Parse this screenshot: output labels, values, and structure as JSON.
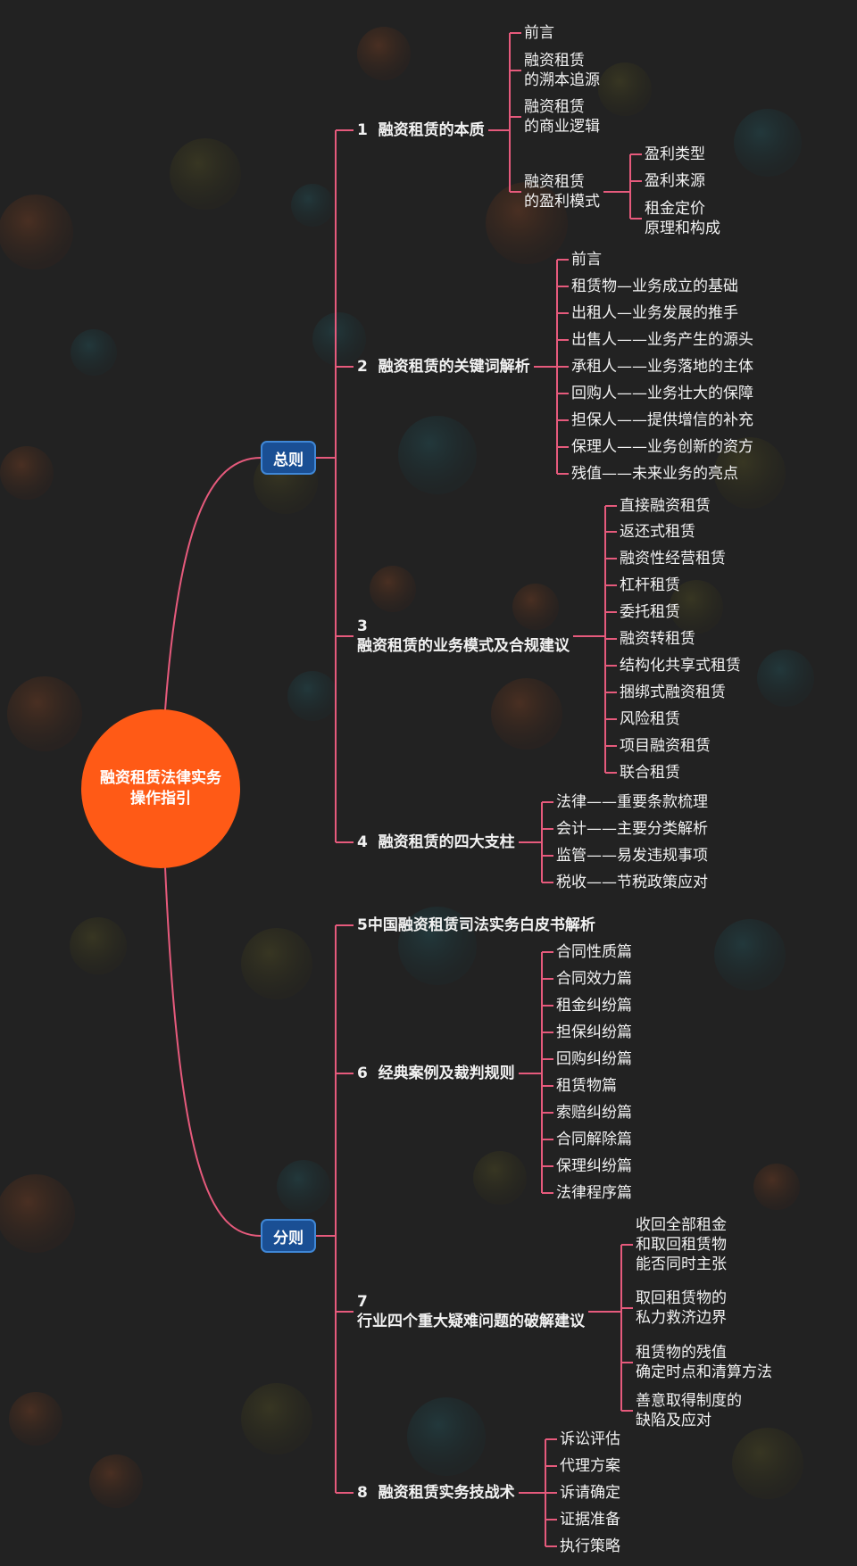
{
  "root": {
    "title": "融资租赁法律实务\n操作指引"
  },
  "colors": {
    "background": "#222222",
    "root": "#ff5a16",
    "section_fill": "#1a4f94",
    "section_border": "#3f87d6",
    "branch": "#e65a7c",
    "text": "#f2f2f2"
  },
  "sections": [
    {
      "label": "总则",
      "topics": [
        {
          "label": "1  融资租赁的本质",
          "children": [
            {
              "label": "前言"
            },
            {
              "label": "融资租赁\n的溯本追源"
            },
            {
              "label": "融资租赁\n的商业逻辑"
            },
            {
              "label": "融资租赁\n的盈利模式",
              "children": [
                {
                  "label": "盈利类型"
                },
                {
                  "label": "盈利来源"
                },
                {
                  "label": "租金定价\n原理和构成"
                }
              ]
            }
          ]
        },
        {
          "label": "2  融资租赁的关键词解析",
          "children": [
            {
              "label": "前言"
            },
            {
              "label": "租赁物—业务成立的基础"
            },
            {
              "label": "出租人—业务发展的推手"
            },
            {
              "label": "出售人——业务产生的源头"
            },
            {
              "label": "承租人——业务落地的主体"
            },
            {
              "label": "回购人——业务壮大的保障"
            },
            {
              "label": "担保人——提供增信的补充"
            },
            {
              "label": "保理人——业务创新的资方"
            },
            {
              "label": "残值——未来业务的亮点"
            }
          ]
        },
        {
          "label": "3\n融资租赁的业务模式及合规建议",
          "children": [
            {
              "label": "直接融资租赁"
            },
            {
              "label": "返还式租赁"
            },
            {
              "label": "融资性经营租赁"
            },
            {
              "label": "杠杆租赁"
            },
            {
              "label": "委托租赁"
            },
            {
              "label": "融资转租赁"
            },
            {
              "label": "结构化共享式租赁"
            },
            {
              "label": "捆绑式融资租赁"
            },
            {
              "label": "风险租赁"
            },
            {
              "label": "项目融资租赁"
            },
            {
              "label": "联合租赁"
            }
          ]
        },
        {
          "label": "4  融资租赁的四大支柱",
          "children": [
            {
              "label": "法律——重要条款梳理"
            },
            {
              "label": "会计——主要分类解析"
            },
            {
              "label": "监管——易发违规事项"
            },
            {
              "label": "税收——节税政策应对"
            }
          ]
        }
      ]
    },
    {
      "label": "分则",
      "topics": [
        {
          "label": "5中国融资租赁司法实务白皮书解析",
          "children": []
        },
        {
          "label": "6  经典案例及裁判规则",
          "children": [
            {
              "label": "合同性质篇"
            },
            {
              "label": "合同效力篇"
            },
            {
              "label": "租金纠纷篇"
            },
            {
              "label": "担保纠纷篇"
            },
            {
              "label": "回购纠纷篇"
            },
            {
              "label": "租赁物篇"
            },
            {
              "label": "索赔纠纷篇"
            },
            {
              "label": "合同解除篇"
            },
            {
              "label": "保理纠纷篇"
            },
            {
              "label": "法律程序篇"
            }
          ]
        },
        {
          "label": "7\n行业四个重大疑难问题的破解建议",
          "children": [
            {
              "label": "收回全部租金\n和取回租赁物\n能否同时主张"
            },
            {
              "label": "取回租赁物的\n私力救济边界"
            },
            {
              "label": "租赁物的残值\n确定时点和清算方法"
            },
            {
              "label": "善意取得制度的\n缺陷及应对"
            }
          ]
        },
        {
          "label": "8  融资租赁实务技战术",
          "children": [
            {
              "label": "诉讼评估"
            },
            {
              "label": "代理方案"
            },
            {
              "label": "诉请确定"
            },
            {
              "label": "证据准备"
            },
            {
              "label": "执行策略"
            }
          ]
        }
      ]
    }
  ]
}
